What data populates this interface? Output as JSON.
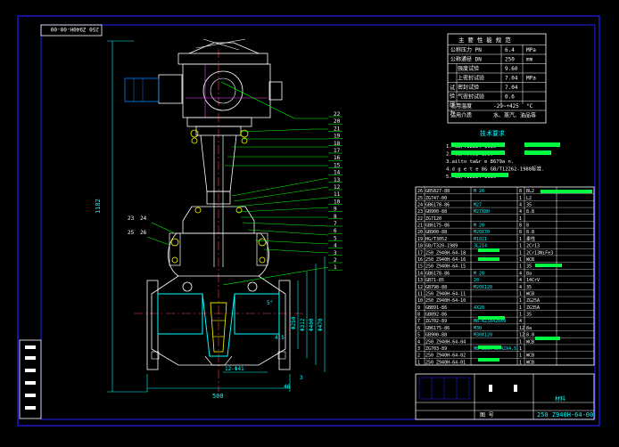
{
  "drawing": {
    "stamp_top_left": "250 Z940H-00-00",
    "drawing_no": "250 Z940H-64-00",
    "title_block_cell_a": "材料",
    "title_block_cell_b": "图 号",
    "colors": {
      "background": "#000000",
      "border": "#2020ff",
      "outline": "#ffffff",
      "center": "#ff4040",
      "dim": "#00ffff",
      "leader": "#00ff00",
      "body": "#00ffff",
      "highlight": "#00ff40",
      "motor": "#ff40ff",
      "yellow": "#ffff00"
    }
  },
  "spec": {
    "title": "主 要 性 能 规 范",
    "rows": [
      {
        "label": "公称压力 PN",
        "value": "6.4",
        "unit": "MPa"
      },
      {
        "label": "公称通径 DN",
        "value": "250",
        "unit": "mm"
      },
      {
        "label": "强度试验",
        "value": "9.60",
        "unit": ""
      },
      {
        "label": "上密封试验",
        "value": "7.04",
        "unit": "MPa"
      },
      {
        "label": "密封试验",
        "value": "7.04",
        "unit": ""
      },
      {
        "label": "气密封试验",
        "value": "0.6",
        "unit": ""
      },
      {
        "label": "适用温度",
        "value": "-29~+425",
        "unit": "°C"
      },
      {
        "label": "适用介质",
        "value": "水、蒸汽、油品等",
        "unit": ""
      }
    ],
    "side_label": "试 验 压 力"
  },
  "tech": {
    "title": "技术要求",
    "lines": [
      "1.                     GB/T12224-1989",
      "2.                     GB/T9092-1999",
      "3.ailto ta&r e 8679a n.",
      "4.d g e t e 8& GB/T12262-1988标准.",
      "5.                     GB/T12224-1989"
    ]
  },
  "dims": {
    "height": "1182",
    "width": "500",
    "d1": "Φ250",
    "d2": "Φ312",
    "d3": "Φ400",
    "d4": "Φ470",
    "d5": "4.5",
    "d6": "5°",
    "d7": "12-Φ41",
    "d8": "46",
    "d9": "3"
  },
  "balloons": {
    "right": [
      "22",
      "20",
      "21",
      "19",
      "18",
      "17",
      "16",
      "15",
      "14",
      "13",
      "12",
      "11",
      "10",
      "9",
      "8",
      "7",
      "6",
      "5",
      "4",
      "3",
      "2",
      "1"
    ],
    "left": [
      "23",
      "24",
      "25",
      "26"
    ]
  },
  "parts": [
    {
      "no": "26",
      "code": "GB5827-88",
      "name": "M 20",
      "qty": "8",
      "mat": "BL2"
    },
    {
      "no": "25",
      "code": "ZG747-00",
      "name": "",
      "qty": "1",
      "mat": "L2"
    },
    {
      "no": "24",
      "code": "GB6178-86",
      "name": "M27",
      "qty": "4",
      "mat": "35"
    },
    {
      "no": "23",
      "code": "GB900-88",
      "name": "M27X80",
      "qty": "4",
      "mat": "8.8"
    },
    {
      "no": "22",
      "code": "ZG7120",
      "name": "",
      "qty": "1",
      "mat": ""
    },
    {
      "no": "21",
      "code": "GB6175-86",
      "name": "M 20",
      "qty": "8",
      "mat": "8"
    },
    {
      "no": "20",
      "code": "GB900-88",
      "name": "M20X70",
      "qty": "8",
      "mat": "8.8"
    },
    {
      "no": "19",
      "code": "HG/T3052",
      "name": "M1021",
      "qty": "1",
      "mat": "柔性"
    },
    {
      "no": "18",
      "code": "GB/T320-1989",
      "name": "3L214",
      "qty": "1",
      "mat": "2Cr13"
    },
    {
      "no": "17",
      "code": "250 Z940H-64-18",
      "name": "",
      "qty": "1",
      "mat": "2Cr13NiFe3"
    },
    {
      "no": "16",
      "code": "250 Z940H-64-16",
      "name": "",
      "qty": "1",
      "mat": "WCB"
    },
    {
      "no": "15",
      "code": "250 Z940H-64-15",
      "name": "",
      "qty": "1",
      "mat": "35"
    },
    {
      "no": "14",
      "code": "GB6178-86",
      "name": "M 20",
      "qty": "4",
      "mat": "8a"
    },
    {
      "no": "13",
      "code": "GB71-85",
      "name": "20",
      "qty": "4",
      "mat": "14CrV"
    },
    {
      "no": "12",
      "code": "GB798-88",
      "name": "M20X120",
      "qty": "4",
      "mat": "35"
    },
    {
      "no": "11",
      "code": "250 Z940H-64-11",
      "name": "",
      "qty": "1",
      "mat": "WCB"
    },
    {
      "no": "10",
      "code": "250 Z940H-64-10",
      "name": "",
      "qty": "1",
      "mat": "ZG25A"
    },
    {
      "no": "9",
      "code": "GB891-86",
      "name": "4X20",
      "qty": "1",
      "mat": "ZG35A"
    },
    {
      "no": "8",
      "code": "GB892-86",
      "name": "",
      "qty": "1",
      "mat": "35"
    },
    {
      "no": "7",
      "code": "ZG702-89",
      "name": "M8-4Z3X420X9",
      "qty": "4",
      "mat": ""
    },
    {
      "no": "6",
      "code": "GB6175-86",
      "name": "M30",
      "qty": "12",
      "mat": "8a"
    },
    {
      "no": "5",
      "code": "GB900-88",
      "name": "M30X120",
      "qty": "12",
      "mat": "8.8"
    },
    {
      "no": "4",
      "code": "250 Z940H-64-04",
      "name": "",
      "qty": "1",
      "mat": "WCB"
    },
    {
      "no": "3",
      "code": "ZG703-89",
      "name": "M8-2Z3X4BX42X4.5",
      "qty": "1",
      "mat": ""
    },
    {
      "no": "2",
      "code": "250 Z940H-64-02",
      "name": "",
      "qty": "1",
      "mat": "WCB"
    },
    {
      "no": "1",
      "code": "250 Z940H-64-01",
      "name": "",
      "qty": "1",
      "mat": "WCB"
    }
  ]
}
